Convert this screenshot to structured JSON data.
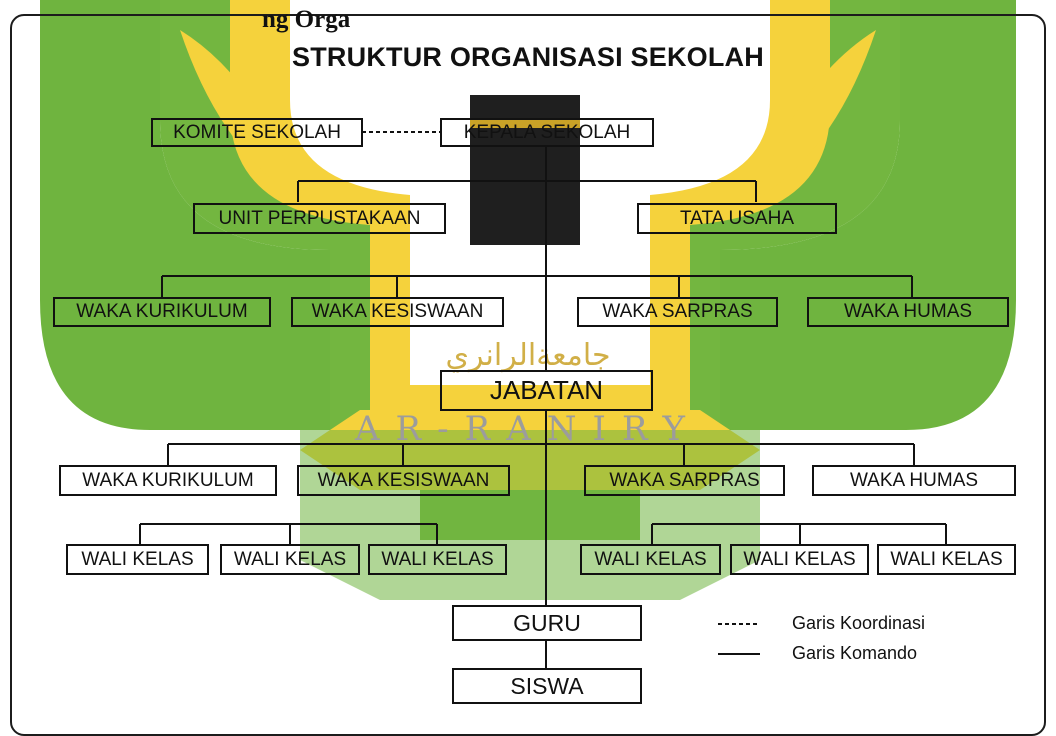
{
  "top_fragment": "ng Orga",
  "title": "STRUKTUR ORGANISASI SEKOLAH",
  "watermark": {
    "arabic_text": "جامعةالرانري",
    "latin_text": "AR-RANIRY",
    "colors": {
      "green": "#6fb43f",
      "yellow": "#f5d23c"
    }
  },
  "boxes": {
    "komite_sekolah": "KOMITE SEKOLAH",
    "kepala_sekolah": "KEPALA SEKOLAH",
    "unit_perpustakaan": "UNIT PERPUSTAKAAN",
    "tata_usaha": "TATA USAHA",
    "row1_waka": [
      "WAKA KURIKULUM",
      "WAKA KESISWAAN",
      "WAKA SARPRAS",
      "WAKA HUMAS"
    ],
    "jabatan": "JABATAN",
    "row2_waka": [
      "WAKA KURIKULUM",
      "WAKA KESISWAAN",
      "WAKA SARPRAS",
      "WAKA HUMAS"
    ],
    "wali_kelas": [
      "WALI KELAS",
      "WALI KELAS",
      "WALI KELAS",
      "WALI KELAS",
      "WALI KELAS",
      "WALI KELAS"
    ],
    "guru": "GURU",
    "siswa": "SISWA"
  },
  "legend": {
    "koordinasi": "Garis Koordinasi",
    "komando": "Garis Komando"
  }
}
